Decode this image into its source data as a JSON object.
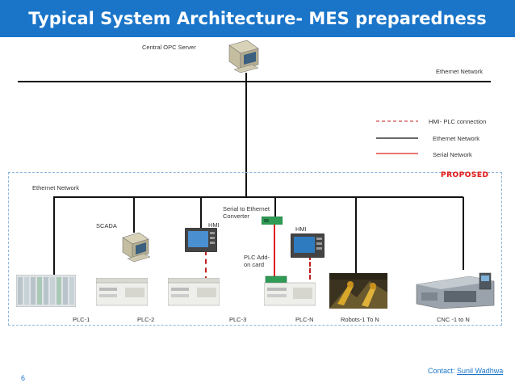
{
  "title": "Typical System Architecture- MES preparedness",
  "labels": {
    "central_opc": "Central OPC Server",
    "ethernet_top": "Ethernet Network",
    "ethernet_left": "Ethernet Network",
    "scada": "SCADA",
    "hmi_left": "HMI",
    "hmi_right": "HMI",
    "serial_eth": "Serial to Ethernet Converter",
    "plc_addon": "PLC Add-on card",
    "plc1": "PLC-1",
    "plc2": "PLC-2",
    "plc3": "PLC-3",
    "plcn": "PLC-N",
    "robots": "Robots-1 To N",
    "cnc": "CNC -1 to N",
    "proposed": "PROPOSED"
  },
  "legend": {
    "hmi_plc": "HMI- PLC connection",
    "ethernet": "Ethernet Network",
    "serial": "Serial Network"
  },
  "footer": {
    "page_number": "6",
    "contact_label": "Contact:",
    "contact_name": "Sunil Wadhwa"
  },
  "colors": {
    "title_bar": "#1a75c9",
    "serial_line": "#e02020",
    "hmi_plc_line": "#c02020",
    "ethernet_line": "#111111"
  }
}
